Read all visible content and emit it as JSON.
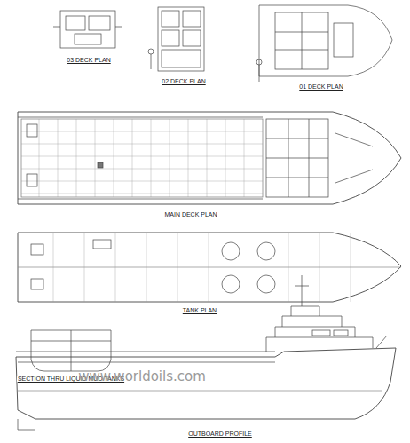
{
  "diagram": {
    "labels": [
      "03 DECK PLAN",
      "02 DECK PLAN",
      "01 DECK PLAN",
      "MAIN DECK PLAN",
      "TANK PLAN",
      "SECTION THRU LIQUID MUD TANKS",
      "www.worldoils.com",
      "OUTBOARD PROFILE"
    ]
  }
}
